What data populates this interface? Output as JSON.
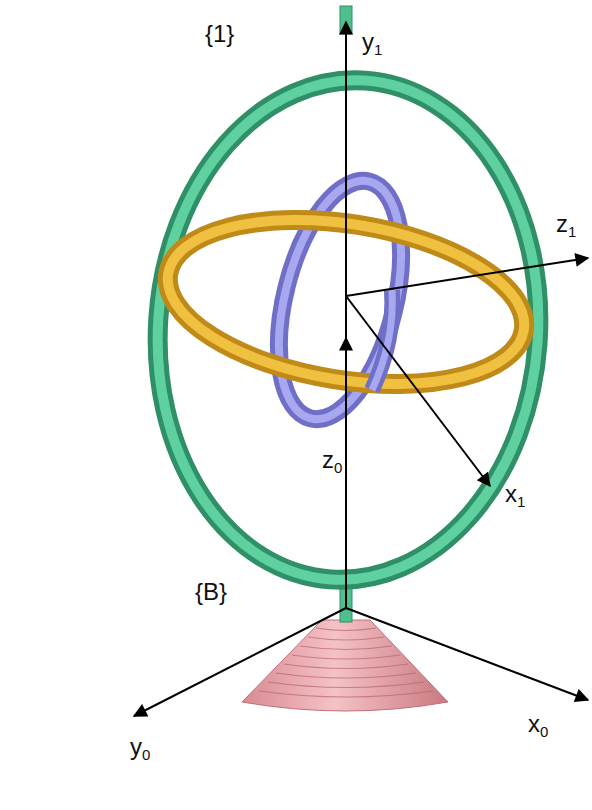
{
  "diagram": {
    "labels": [
      "{1}",
      "y1",
      "z1",
      "x1",
      "z0",
      "{B}",
      "y0",
      "x0"
    ]
  }
}
